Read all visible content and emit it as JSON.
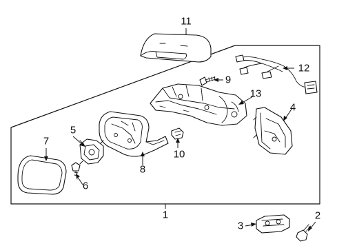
{
  "callouts": {
    "c1": "1",
    "c2": "2",
    "c3": "3",
    "c4": "4",
    "c5": "5",
    "c6": "6",
    "c7": "7",
    "c8": "8",
    "c9": "9",
    "c10": "10",
    "c11": "11",
    "c12": "12",
    "c13": "13"
  },
  "parts": [
    "mirror-cover-cap",
    "mirror-harness",
    "mirror-bracket-bolt",
    "mirror-housing-frame",
    "mirror-backing-housing",
    "mirror-motor-actuator",
    "mirror-glass",
    "mirror-screw",
    "mirror-seal-gasket",
    "mirror-clip",
    "mirror-bolt",
    "mirror-mounting-bracket"
  ]
}
